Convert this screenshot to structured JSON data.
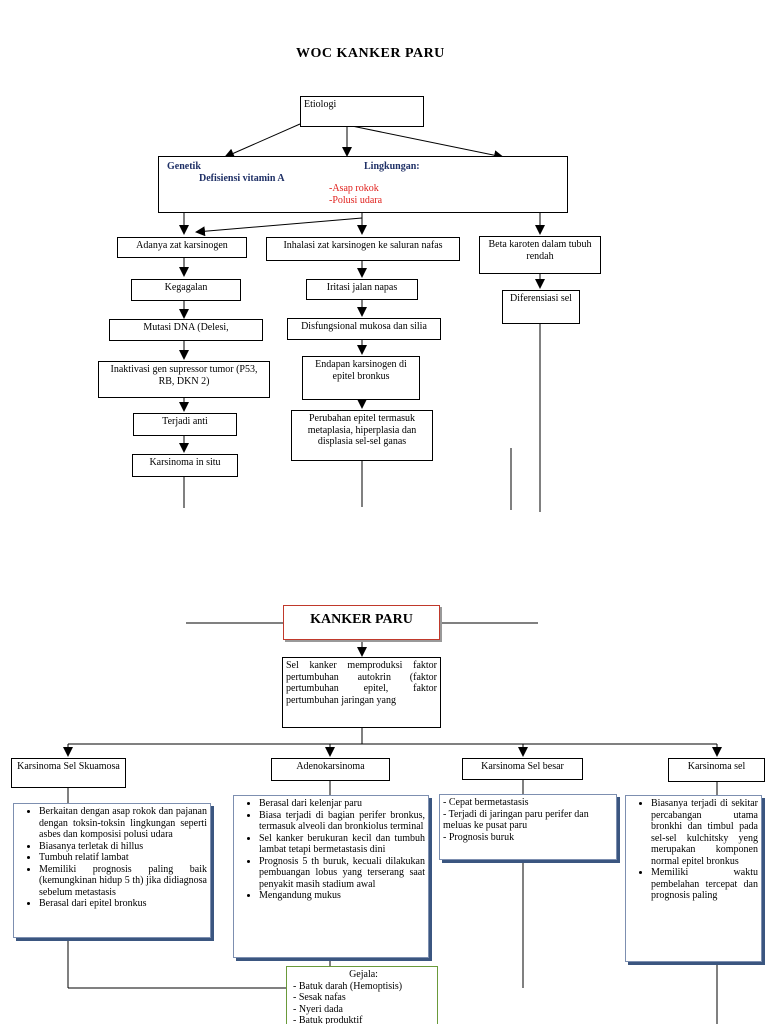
{
  "woc": {
    "title": "WOC  KANKER  PARU",
    "etiologi": "Etiologi",
    "cause_box": {
      "genetik": "Genetik",
      "lingkungan": "Lingkungan:",
      "vitamin": "Defisiensi  vitamin A",
      "asap": "-Asap rokok",
      "polusi": "-Polusi udara"
    },
    "left_col": [
      "Adanya zat karsinogen",
      "Kegagalan",
      "Mutasi DNA (Delesi,",
      "Inaktivasi gen supressor tumor (P53,  RB, DKN 2)",
      "Terjadi anti",
      "Karsinoma in situ"
    ],
    "mid_col": [
      "Inhalasi zat karsinogen ke saluran nafas",
      "Iritasi jalan napas",
      "Disfungsional mukosa dan silia",
      "Endapan karsinogen di epitel bronkus",
      "Perubahan epitel termasuk metaplasia, hiperplasia dan displasia sel-sel ganas"
    ],
    "right_col": [
      "Beta karoten dalam tubuh rendah",
      "Diferensiasi sel"
    ]
  },
  "kanker": {
    "title": "KANKER  PARU",
    "desc": "Sel kanker memproduksi faktor pertumbuhan autokrin (faktor pertumbuhan epitel, faktor pertumbuhan jaringan yang",
    "types": [
      {
        "label": "Karsinoma Sel Skuamosa",
        "items": [
          "Berkaitan dengan asap rokok dan pajanan dengan toksin-toksin lingkungan seperti asbes dan komposisi polusi udara",
          "Biasanya terletak di hillus",
          "Tumbuh relatif lambat",
          "Memiliki prognosis paling baik (kemungkinan hidup 5 th) jika didiagnosa sebelum metastasis",
          "Berasal dari epitel bronkus"
        ]
      },
      {
        "label": "Adenokarsinoma",
        "items": [
          "Berasal dari kelenjar paru",
          "Biasa terjadi di bagian perifer bronkus, termasuk alveoli dan bronkiolus terminal",
          "Sel kanker berukuran kecil dan tumbuh lambat tetapi bermetastasis dini",
          "Prognosis 5 th buruk, kecuali dilakukan pembuangan lobus yang terserang saat penyakit masih stadium awal",
          "Mengandung mukus"
        ]
      },
      {
        "label": "Karsinoma Sel besar",
        "items": [
          "- Cepat bermetastasis",
          "- Terjadi di jaringan paru perifer dan meluas ke pusat paru",
          "- Prognosis buruk"
        ]
      },
      {
        "label": "Karsinoma sel",
        "items": [
          "Biasanya terjadi di sekitar percabangan utama bronkhi dan timbul pada sel-sel kulchitsky yeng merupakan komponen normal epitel bronkus",
          "Memiliki waktu pembelahan tercepat dan prognosis paling"
        ]
      }
    ],
    "gejala": {
      "title": "Gejala:",
      "items": [
        "- Batuk darah (Hemoptisis)",
        "- Sesak nafas",
        "- Nyeri dada",
        "- Batuk produktif"
      ]
    }
  }
}
